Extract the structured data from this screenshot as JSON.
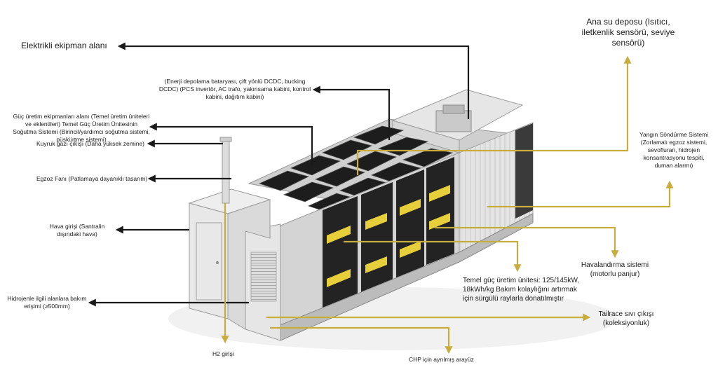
{
  "labels": {
    "electrical_area": "Elektrikli ekipman alanı",
    "water_tank": "Ana su deposu (Isıtıcı, iletkenlik sensörü, seviye sensörü)",
    "energy_storage": "(Enerji depolama bataryası, çift yönlü DCDC, bucking DCDC) (PCS invertör, AC trafo, yakınsama kabini, kontrol kabini, dağıtım kabini)",
    "power_equipment": "Güç üretim ekipmanları alanı (Temel üretim üniteleri ve eklentileri) Temel Güç Üretim Ünitesinin Soğutma Sistemi (Birincil/yardımcı soğutma sistemi, püskürtme sistemi)",
    "exhaust_outlet": "Kuyruk gazı çıkışı (Daha yüksek zemine)",
    "exhaust_fan": "Egzoz Fanı (Patlamaya dayanıklı tasarım)",
    "fire_suppression": "Yangın Söndürme Sistemi (Zorlamalı egzoz sistemi, sevofluran, hidrojen konsantrasyonu tespiti, duman alarmı)",
    "air_inlet": "Hava girişi (Santralin dışındaki hava)",
    "ventilation": "Havalandırma sistemi (motorlu panjur)",
    "basic_unit": "Temel güç üretim ünitesi: 125/145kW, 18kWh/kg Bakım kolaylığını artırmak için sürgülü raylarla donatılmıştır",
    "maintenance": "Hidrojenle ilgili alanlara bakım erişimi (≥500mm)",
    "tailrace": "Tailrace sıvı çıkışı (koleksiyonluk)",
    "h2_inlet": "H2 girişi",
    "chp_interface": "CHP için ayrılmış arayüz"
  },
  "colors": {
    "arrow_black": "#1a1a1a",
    "arrow_gold": "#c9ad3c",
    "container_light": "#e9e9e9",
    "container_mid": "#d2d2d2",
    "container_dark": "#9a9a9a",
    "module_black": "#1d1d1d",
    "warning_yellow": "#e6cf3a"
  }
}
